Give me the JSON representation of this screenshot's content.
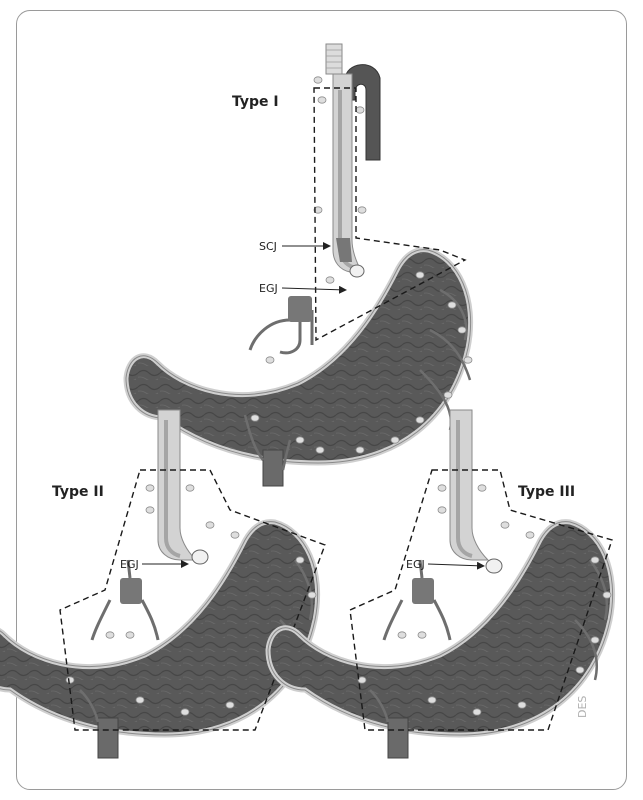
{
  "labels": {
    "type1": "Type I",
    "type2": "Type II",
    "type3": "Type III",
    "scj": "SCJ",
    "egj": "EGJ",
    "signature": "DES"
  },
  "colors": {
    "stomach": "#5a5a5a",
    "stomach_dark": "#3d3d3d",
    "esophagus": "#cfcfcf",
    "esophagus_inner": "#9a9a9a",
    "vessel": "#6e6e6e",
    "node": "#d9d9d9",
    "dashed": "#1a1a1a",
    "border": "#9a9a9a"
  },
  "icons": {
    "pointer": "arrow-right-icon",
    "tumor": "tumor-nodule-icon",
    "aorta": "aortic-arch-icon"
  }
}
